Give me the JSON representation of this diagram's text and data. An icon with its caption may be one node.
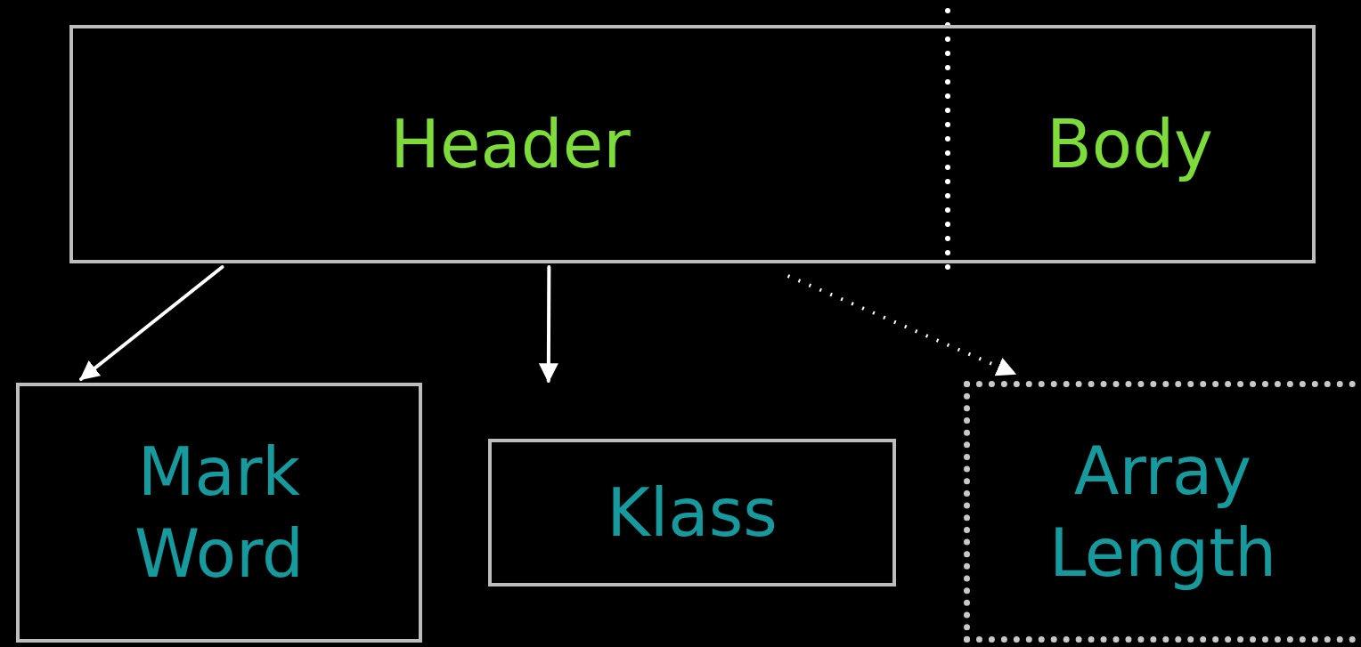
{
  "diagram": {
    "nodes": [
      {
        "text": [
          "Header"
        ]
      },
      {
        "text": [
          "Body"
        ]
      },
      {
        "text": [
          "Mark Word"
        ]
      },
      {
        "text": [
          "Klass"
        ]
      },
      {
        "text": [
          "Array Length"
        ]
      }
    ],
    "edges": [
      {
        "from": 0,
        "to": 2,
        "arrow": "to"
      },
      {
        "from": 0,
        "to": 3,
        "arrow": "to"
      },
      {
        "from": 0,
        "to": 4,
        "arrow": "to",
        "style": "dashed"
      }
    ]
  }
}
